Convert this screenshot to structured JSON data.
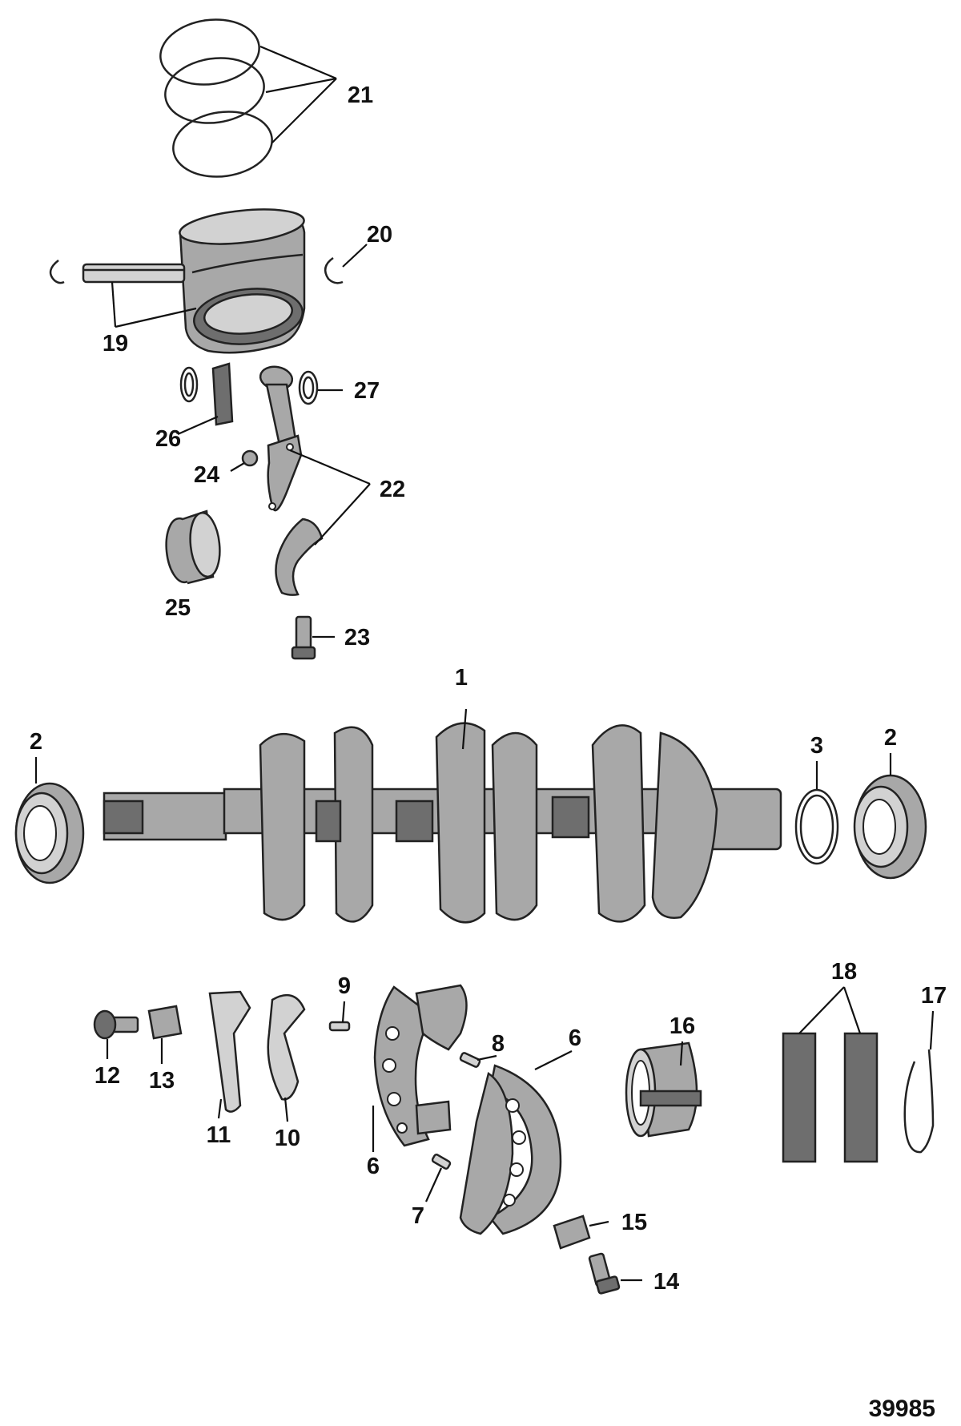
{
  "figure_number": "39985",
  "callouts": [
    {
      "id": "c1",
      "text": "1"
    },
    {
      "id": "c2a",
      "text": "2"
    },
    {
      "id": "c2b",
      "text": "2"
    },
    {
      "id": "c3",
      "text": "3"
    },
    {
      "id": "c6a",
      "text": "6"
    },
    {
      "id": "c6b",
      "text": "6"
    },
    {
      "id": "c7",
      "text": "7"
    },
    {
      "id": "c8",
      "text": "8"
    },
    {
      "id": "c9",
      "text": "9"
    },
    {
      "id": "c10",
      "text": "10"
    },
    {
      "id": "c11",
      "text": "11"
    },
    {
      "id": "c12",
      "text": "12"
    },
    {
      "id": "c13",
      "text": "13"
    },
    {
      "id": "c14",
      "text": "14"
    },
    {
      "id": "c15",
      "text": "15"
    },
    {
      "id": "c16",
      "text": "16"
    },
    {
      "id": "c17",
      "text": "17"
    },
    {
      "id": "c18",
      "text": "18"
    },
    {
      "id": "c19",
      "text": "19"
    },
    {
      "id": "c20",
      "text": "20"
    },
    {
      "id": "c21",
      "text": "21"
    },
    {
      "id": "c22",
      "text": "22"
    },
    {
      "id": "c23",
      "text": "23"
    },
    {
      "id": "c24",
      "text": "24"
    },
    {
      "id": "c25",
      "text": "25"
    },
    {
      "id": "c26",
      "text": "26"
    },
    {
      "id": "c27",
      "text": "27"
    }
  ]
}
